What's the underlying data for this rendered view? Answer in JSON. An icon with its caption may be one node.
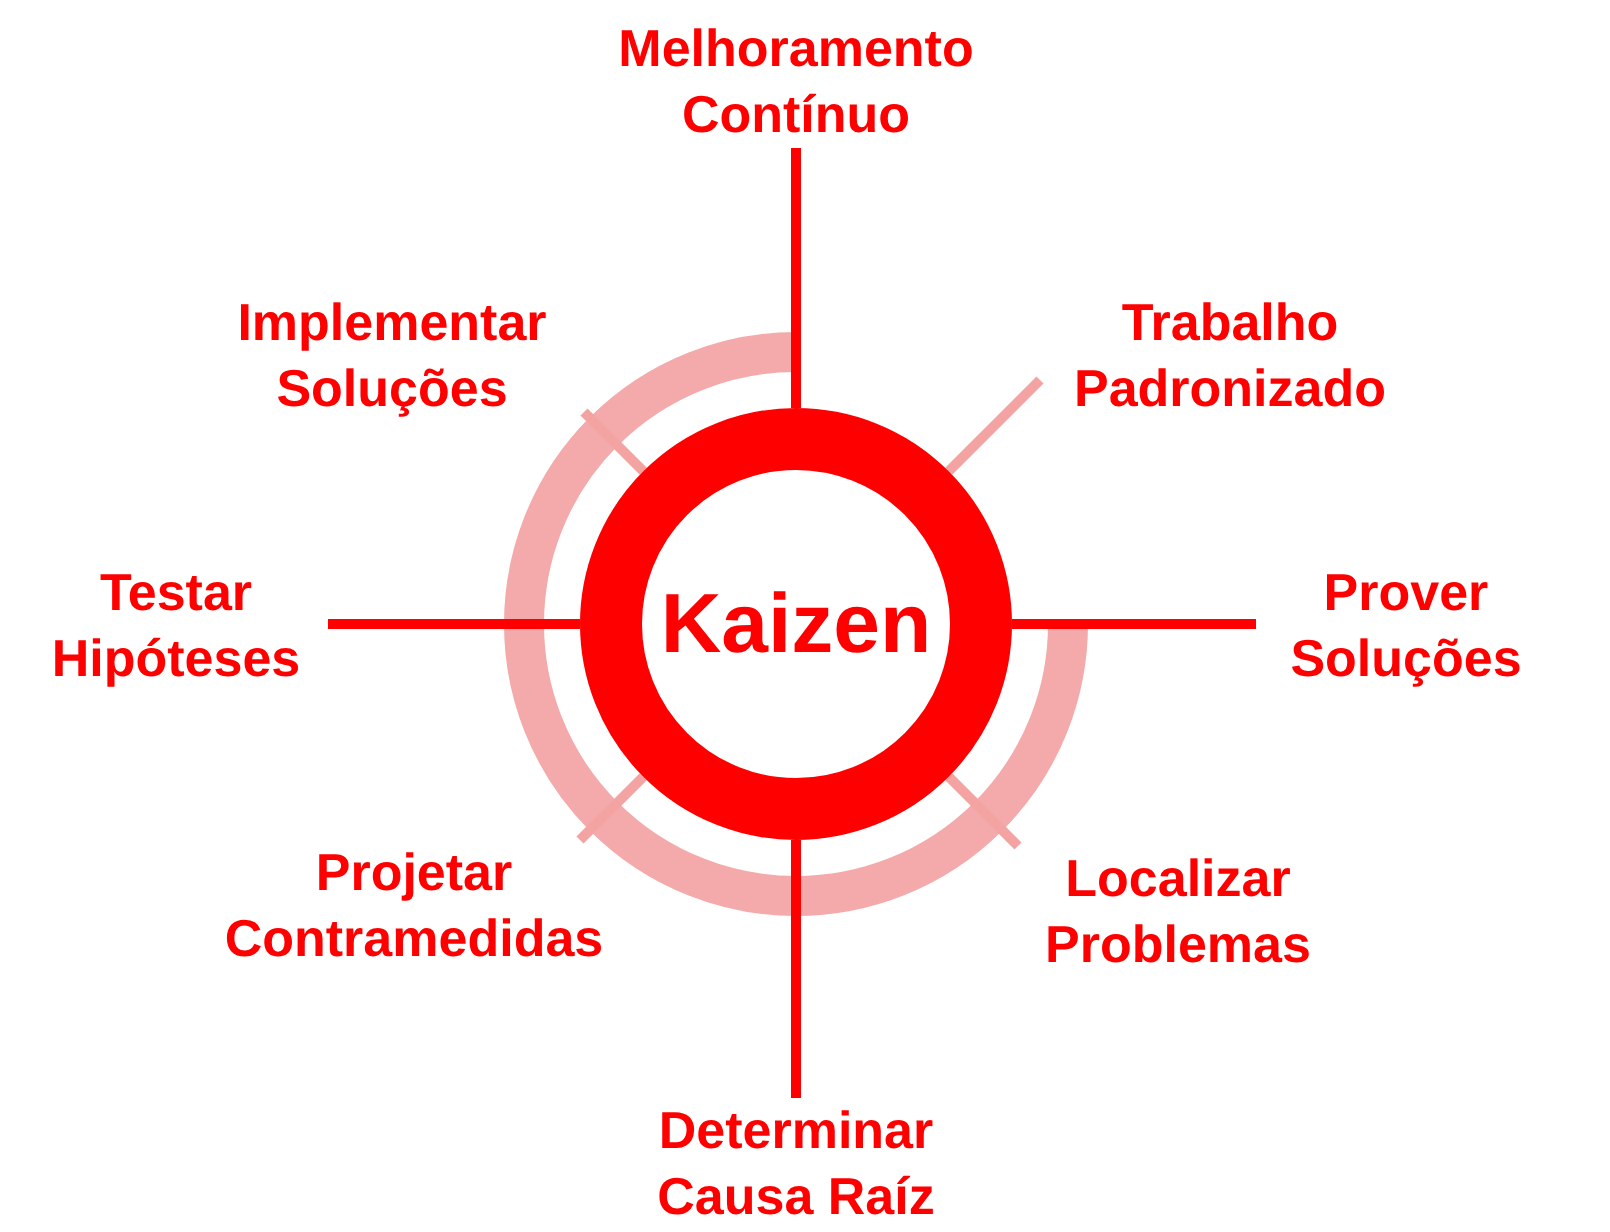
{
  "diagram": {
    "nodes": [
      {
        "text": [
          "Kaizen"
        ]
      },
      {
        "text": [
          "Melhoramento Contínuo"
        ]
      },
      {
        "text": [
          "Trabalho Padronizado"
        ]
      },
      {
        "text": [
          "Prover Soluções"
        ]
      },
      {
        "text": [
          "Localizar Problemas"
        ]
      },
      {
        "text": [
          "Determinar Causa Raíz"
        ]
      },
      {
        "text": [
          "Projetar Contramedidas"
        ]
      },
      {
        "text": [
          "Testar Hipóteses"
        ]
      },
      {
        "text": [
          "Implementar Soluções"
        ]
      }
    ],
    "edges": [
      {
        "from": 0,
        "to": 1,
        "arrow": "none"
      },
      {
        "from": 0,
        "to": 2,
        "arrow": "none",
        "color": "#f4a3a3"
      },
      {
        "from": 0,
        "to": 3,
        "arrow": "none"
      },
      {
        "from": 0,
        "to": 4,
        "arrow": "none",
        "color": "#f4a3a3"
      },
      {
        "from": 0,
        "to": 5,
        "arrow": "none"
      },
      {
        "from": 0,
        "to": 6,
        "arrow": "none",
        "color": "#f4a3a3"
      },
      {
        "from": 0,
        "to": 7,
        "arrow": "none"
      },
      {
        "from": 0,
        "to": 8,
        "arrow": "none",
        "color": "#f4a3a3"
      }
    ]
  }
}
